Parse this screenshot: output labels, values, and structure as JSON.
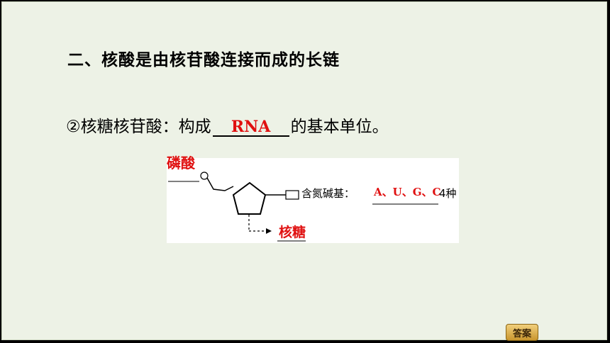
{
  "slide": {
    "title": "二、核酸是由核苷酸连接而成的长链",
    "line2_prefix": "②核糖核苷酸：构成",
    "line2_blank_answer": "RNA",
    "line2_suffix": "的基本单位。"
  },
  "figure": {
    "phosphate_label": "磷酸",
    "sugar_label": "核糖",
    "base_text": "含氮碱基：",
    "base_answer": "A、U、G、C",
    "base_suffix": "4种"
  },
  "answer_button": {
    "label": "答案"
  },
  "colors": {
    "answer_red": "#e01010",
    "background": "#edf2e6"
  }
}
